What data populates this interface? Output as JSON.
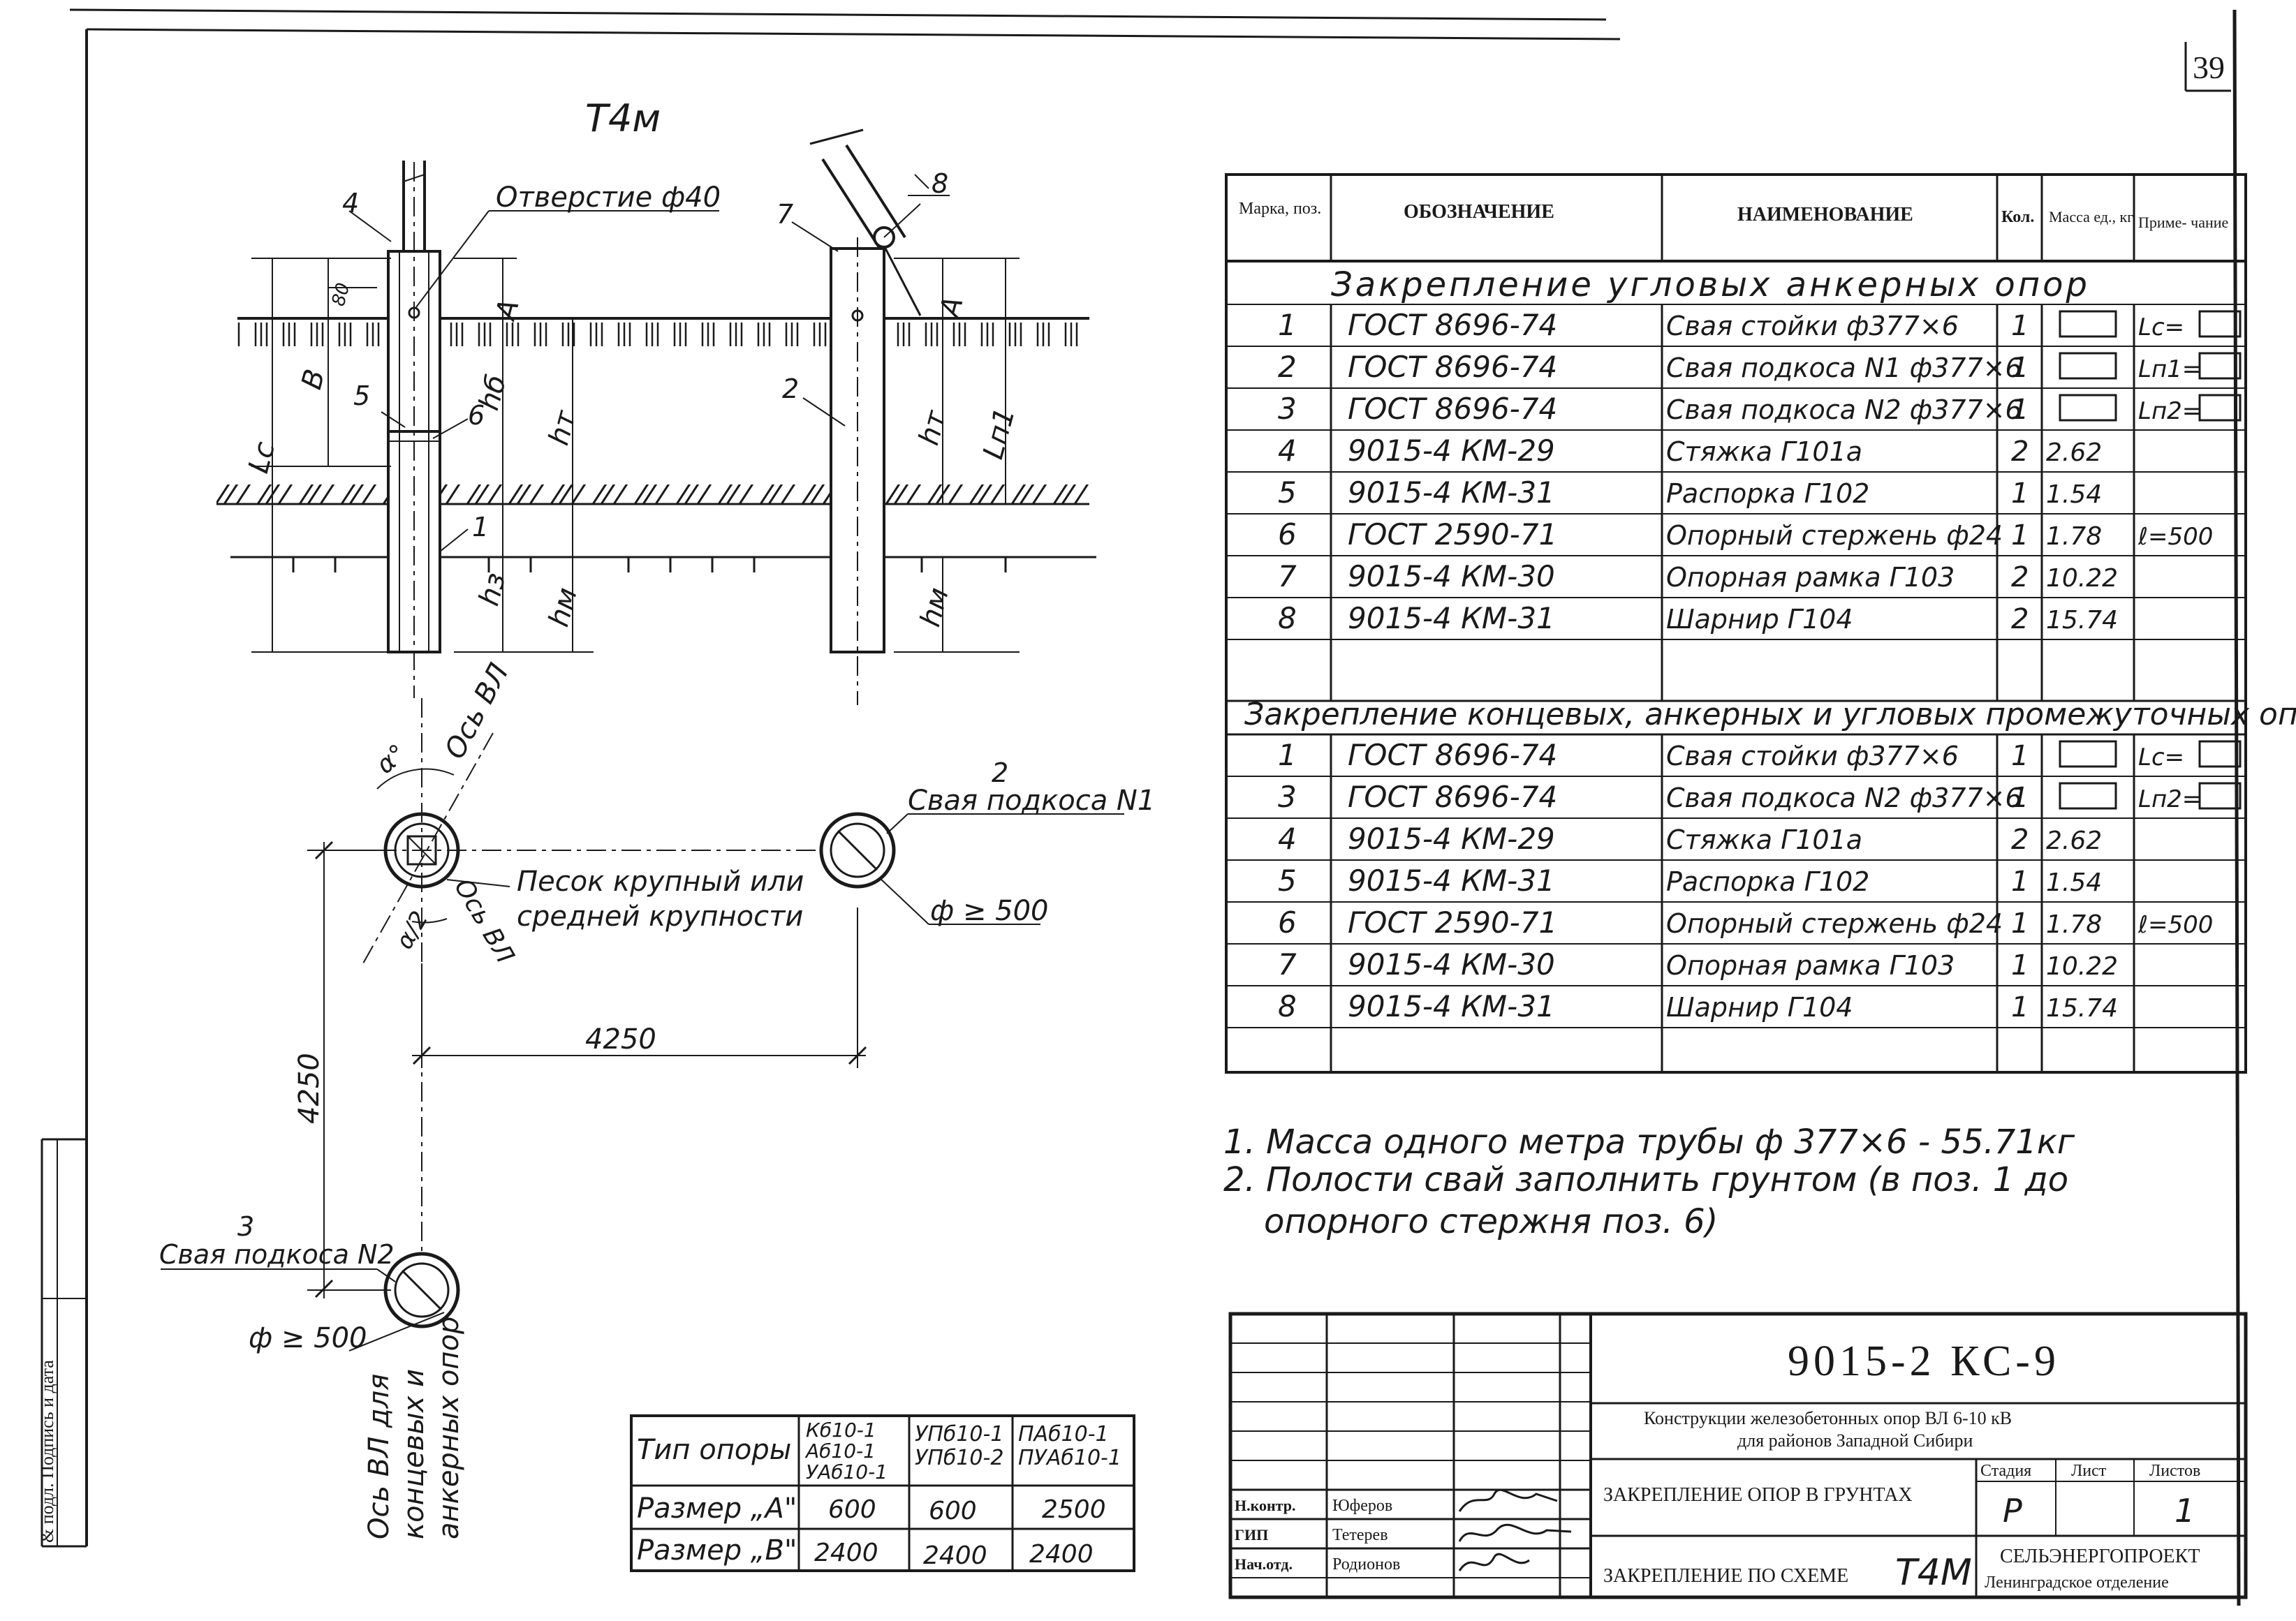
{
  "sheet_number": "39",
  "scheme_label": "Т4м",
  "elevation": {
    "hole_label": "Отверстие ф40",
    "labels": {
      "pos4": "4",
      "pos5": "5",
      "pos6": "6",
      "pos1": "1",
      "pos2": "2",
      "pos7": "7",
      "pos8": "8",
      "dim80": "80",
      "dimA_left": "A",
      "dimA_right": "A",
      "dimB": "B",
      "dimLc": "Lc",
      "dimHb": "hб",
      "dimHt_left": "hт",
      "dimHt_right": "hт",
      "dimLn1": "Lп1",
      "dimH3": "hз",
      "dimHm_left": "hм",
      "dimHm_right": "hм"
    }
  },
  "plan": {
    "alpha": "α°",
    "axis_vl_top": "Ось ВЛ",
    "axis_vl_mid": "Ось ВЛ",
    "alpha_half": "α/2",
    "sand_note_1": "Песок крупный или",
    "sand_note_2": "средней крупности",
    "pile2_num": "2",
    "pile2_name": "Свая подкоса N1",
    "diam_right": "ф ≥ 500",
    "dim_horizontal": "4250",
    "dim_vertical": "4250",
    "pile3_num": "3",
    "pile3_name": "Свая подкоса N2",
    "diam_bottom": "ф ≥ 500",
    "axis_end_1": "Ось ВЛ для",
    "axis_end_2": "концевых и",
    "axis_end_3": "анкерных опор"
  },
  "spec_table": {
    "headers": [
      "Марка, поз.",
      "ОБОЗНАЧЕНИЕ",
      "НАИМЕНОВАНИЕ",
      "Кол.",
      "Масса ед., кг",
      "Приме- чание"
    ],
    "section1_title": "Закрепление угловых анкерных опор",
    "section1_rows": [
      {
        "pos": "1",
        "code": "ГОСТ 8696-74",
        "name": "Свая стойки ф377×6",
        "qty": "1",
        "mass": "",
        "note": "Lc="
      },
      {
        "pos": "2",
        "code": "ГОСТ 8696-74",
        "name": "Свая подкоса N1 ф377×6",
        "qty": "1",
        "mass": "",
        "note": "Lп1="
      },
      {
        "pos": "3",
        "code": "ГОСТ 8696-74",
        "name": "Свая подкоса N2 ф377×6",
        "qty": "1",
        "mass": "",
        "note": "Lп2="
      },
      {
        "pos": "4",
        "code": "9015-4 КМ-29",
        "name": "Стяжка Г101а",
        "qty": "2",
        "mass": "2.62",
        "note": ""
      },
      {
        "pos": "5",
        "code": "9015-4 КМ-31",
        "name": "Распорка Г102",
        "qty": "1",
        "mass": "1.54",
        "note": ""
      },
      {
        "pos": "6",
        "code": "ГОСТ 2590-71",
        "name": "Опорный стержень ф24",
        "qty": "1",
        "mass": "1.78",
        "note": "ℓ=500"
      },
      {
        "pos": "7",
        "code": "9015-4 КМ-30",
        "name": "Опорная рамка Г103",
        "qty": "2",
        "mass": "10.22",
        "note": ""
      },
      {
        "pos": "8",
        "code": "9015-4 КМ-31",
        "name": "Шарнир Г104",
        "qty": "2",
        "mass": "15.74",
        "note": ""
      }
    ],
    "section2_title": "Закрепление концевых, анкерных и угловых промежуточных опор",
    "section2_rows": [
      {
        "pos": "1",
        "code": "ГОСТ 8696-74",
        "name": "Свая стойки ф377×6",
        "qty": "1",
        "mass": "",
        "note": "Lc="
      },
      {
        "pos": "3",
        "code": "ГОСТ 8696-74",
        "name": "Свая подкоса N2 ф377×6",
        "qty": "1",
        "mass": "",
        "note": "Lп2="
      },
      {
        "pos": "4",
        "code": "9015-4 КМ-29",
        "name": "Стяжка Г101а",
        "qty": "2",
        "mass": "2.62",
        "note": ""
      },
      {
        "pos": "5",
        "code": "9015-4 КМ-31",
        "name": "Распорка Г102",
        "qty": "1",
        "mass": "1.54",
        "note": ""
      },
      {
        "pos": "6",
        "code": "ГОСТ 2590-71",
        "name": "Опорный стержень ф24",
        "qty": "1",
        "mass": "1.78",
        "note": "ℓ=500"
      },
      {
        "pos": "7",
        "code": "9015-4 КМ-30",
        "name": "Опорная рамка Г103",
        "qty": "1",
        "mass": "10.22",
        "note": ""
      },
      {
        "pos": "8",
        "code": "9015-4 КМ-31",
        "name": "Шарнир Г104",
        "qty": "1",
        "mass": "15.74",
        "note": ""
      }
    ]
  },
  "notes": [
    "1. Масса одного метра трубы ф 377×6 - 55.71кг",
    "2. Полости свай заполнить грунтом (в поз. 1 до",
    "опорного стержня поз. 6)"
  ],
  "size_table": {
    "header_label": "Тип опоры",
    "col1": [
      "Кб10-1",
      "Аб10-1",
      "УАб10-1"
    ],
    "col2": [
      "УПб10-1",
      "УПб10-2"
    ],
    "col3": [
      "ПАб10-1",
      "ПУАб10-1"
    ],
    "rows": [
      {
        "label": "Размер „A\"",
        "v1": "600",
        "v2": "600",
        "v3": "2500"
      },
      {
        "label": "Размер „B\"",
        "v1": "2400",
        "v2": "2400",
        "v3": "2400"
      }
    ]
  },
  "title_block": {
    "doc_code": "9015-2 КС-9",
    "description_1": "Конструкции железобетонных опор ВЛ 6-10 кВ",
    "description_2": "для районов Западной Сибири",
    "title_1": "ЗАКРЕПЛЕНИЕ ОПОР В ГРУНТАХ",
    "title_2": "ЗАКРЕПЛЕНИЕ ПО СХЕМЕ",
    "title_2_scheme": "Т4М",
    "stage_label": "Стадия",
    "sheet_label": "Лист",
    "sheets_label": "Листов",
    "stage_value": "Р",
    "sheets_value": "1",
    "org_1": "СЕЛЬЭНЕРГОПРОЕКТ",
    "org_2": "Ленинградское отделение",
    "signers": [
      {
        "role": "Н.контр.",
        "name": "Юферов"
      },
      {
        "role": "ГИП",
        "name": "Тетерев"
      },
      {
        "role": "Нач.отд.",
        "name": "Родионов"
      }
    ]
  },
  "margin_stamp": {
    "label": "& подл.  Подпись и дата"
  }
}
